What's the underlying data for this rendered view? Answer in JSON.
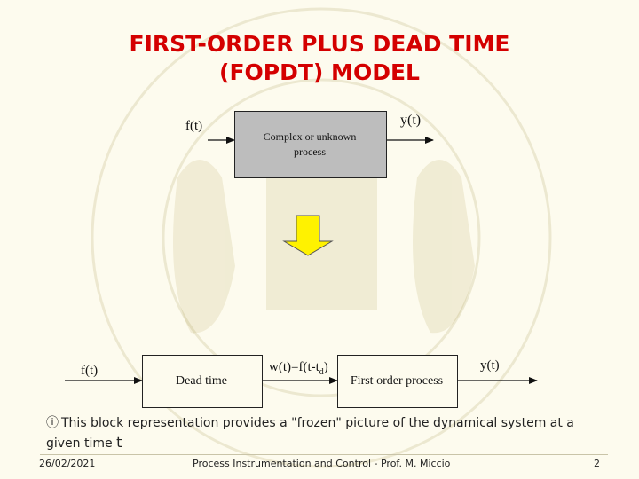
{
  "title": {
    "line1": "FIRST-ORDER PLUS DEAD TIME",
    "line2": "(FOPDT) MODEL"
  },
  "top_diagram": {
    "input_label": "f(t)",
    "process_line1": "Complex or unknown",
    "process_line2": "process",
    "output_label": "y(t)"
  },
  "bottom_diagram": {
    "input_label": "f(t)",
    "dead_time_label": "Dead time",
    "intermediate_label": "w(t)=f(t-t",
    "intermediate_sub": "d",
    "intermediate_close": ")",
    "first_order_label": "First order process",
    "output_label": "y(t)"
  },
  "note": {
    "symbol": "ⓘ",
    "text": "This block representation provides a \"frozen\" picture of the dynamical system at a given time",
    "time_symbol": "t"
  },
  "footer": {
    "date": "26/02/2021",
    "course": "Process Instrumentation and Control - Prof. M. Miccio",
    "page": "2"
  },
  "colors": {
    "title": "#d40000",
    "background": "#fdfbee",
    "process_box": "#bdbdbd",
    "arrow_fill": "#fff200"
  }
}
